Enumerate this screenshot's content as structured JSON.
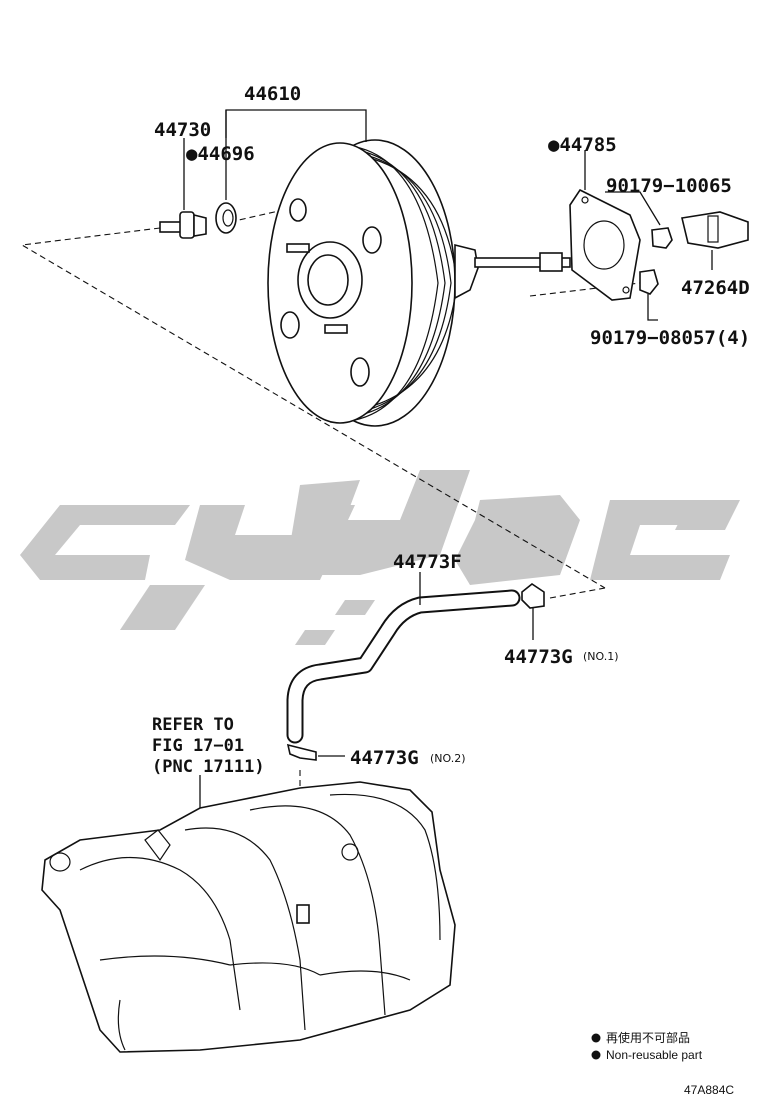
{
  "watermark": {
    "color": "#c8c8c8"
  },
  "labels": {
    "l44610": "44610",
    "l44730": "44730",
    "l44696": "●44696",
    "l44785": "●44785",
    "l90179a": "90179−10065",
    "l47264d": "47264D",
    "l90179b": "90179−08057(4)",
    "l44773f": "44773F",
    "l44773g1": "44773G",
    "l44773g1_note": "(NO.1)",
    "l44773g2": "44773G",
    "l44773g2_note": "(NO.2)"
  },
  "reference": {
    "line1": "REFER TO",
    "line2": "FIG 17−01",
    "line3": "(PNC 17111)"
  },
  "legend": {
    "row1": "再使用不可部品",
    "row2": "Non-reusable part"
  },
  "diagram_code": "47A884C"
}
